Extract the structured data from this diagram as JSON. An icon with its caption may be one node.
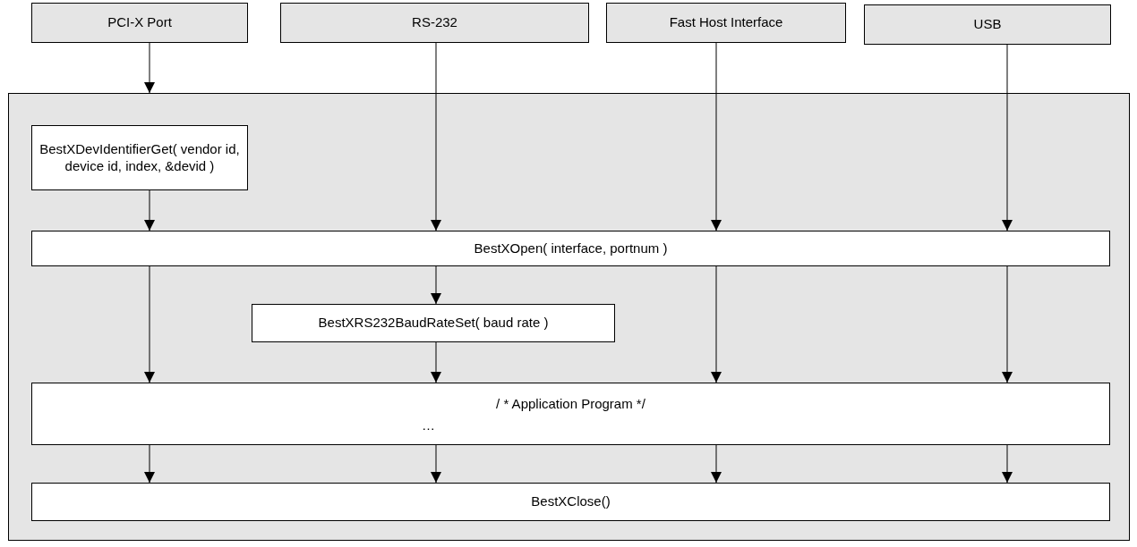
{
  "diagram": {
    "nodes": [
      {
        "text": [
          "PCI-X Port"
        ]
      },
      {
        "text": [
          "RS-232"
        ]
      },
      {
        "text": [
          "Fast Host Interface"
        ]
      },
      {
        "text": [
          "USB"
        ]
      },
      {
        "text": [],
        "shape": "box"
      },
      {
        "text": [
          "BestXDevIdentifierGet( vendor id, device id, index, &devid )"
        ],
        "in": 4
      },
      {
        "text": [
          "BestXOpen( interface, portnum )"
        ],
        "in": 4
      },
      {
        "text": [
          "BestXRS232BaudRateSet( baud rate )"
        ],
        "in": 4
      },
      {
        "text": [
          "/ * Application Program */",
          "…"
        ],
        "in": 4
      },
      {
        "text": [
          "BestXClose()"
        ],
        "in": 4
      }
    ],
    "edges": [
      {
        "from": 0,
        "to": 4,
        "arrow": "to"
      },
      {
        "from": 5,
        "to": 6,
        "arrow": "to"
      },
      {
        "from": 1,
        "to": 6,
        "arrow": "to"
      },
      {
        "from": 2,
        "to": 6,
        "arrow": "to"
      },
      {
        "from": 3,
        "to": 6,
        "arrow": "to"
      },
      {
        "from": 6,
        "to": 8,
        "arrow": "to"
      },
      {
        "from": 6,
        "to": 7,
        "arrow": "to"
      },
      {
        "from": 7,
        "to": 8,
        "arrow": "to"
      },
      {
        "from": 6,
        "to": 8,
        "arrow": "to"
      },
      {
        "from": 6,
        "to": 8,
        "arrow": "to"
      },
      {
        "from": 8,
        "to": 9,
        "arrow": "to"
      },
      {
        "from": 8,
        "to": 9,
        "arrow": "to"
      },
      {
        "from": 8,
        "to": 9,
        "arrow": "to"
      },
      {
        "from": 8,
        "to": 9,
        "arrow": "to"
      }
    ]
  }
}
